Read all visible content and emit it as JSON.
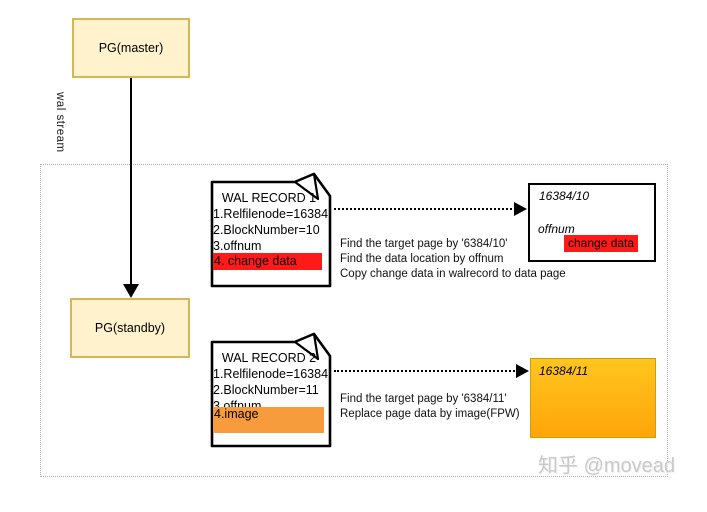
{
  "nodes": {
    "master_label": "PG(master)",
    "standby_label": "PG(standby)",
    "wal_stream_label": "wal stream"
  },
  "wal_record_1": {
    "title": "WAL RECORD 1",
    "lines": [
      "1.Relfilenode=16384",
      "2.BlockNumber=10",
      "3.offnum"
    ],
    "highlight": "4. change data"
  },
  "wal_record_2": {
    "title": "WAL RECORD 2",
    "lines": [
      "1.Relfilenode=16384",
      "2.BlockNumber=11",
      "3.offnum"
    ],
    "highlight": "4.image"
  },
  "note_1": {
    "lines": [
      "Find the target page by '6384/10'",
      "Find the data location by offnum",
      "Copy change data in walrecord to data page"
    ]
  },
  "note_2": {
    "lines": [
      "Find the target page by '6384/11'",
      "Replace page data by image(FPW)"
    ]
  },
  "page_1": {
    "title": "16384/10",
    "field": "offnum",
    "highlight": "change data"
  },
  "page_2": {
    "title": "16384/11"
  },
  "watermark": "知乎 @movead",
  "colors": {
    "node_fill": "#fff2cc",
    "node_border": "#d6b656",
    "highlight_red": "#ff1a1a",
    "highlight_orange": "#f79b3d",
    "page_orange_top": "#ffc61e",
    "page_orange_bottom": "#ffa50a",
    "page_orange_border": "#d79b00",
    "region_border": "#b0b0b0"
  }
}
